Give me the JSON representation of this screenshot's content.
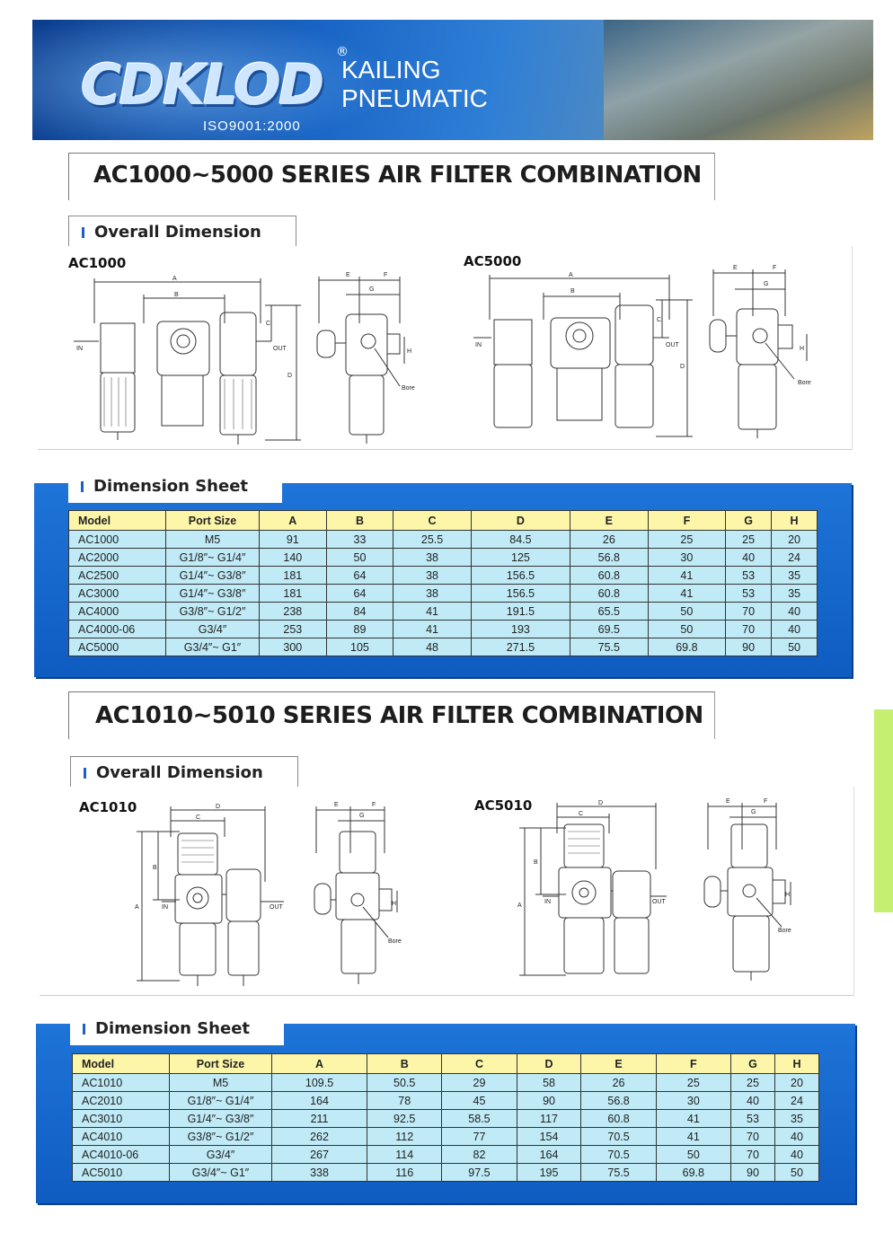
{
  "header": {
    "logo_text": "CDKLOD",
    "registered_mark": "®",
    "iso": "ISO9001:2000",
    "brand_line1": "KAILING",
    "brand_line2": "PNEUMATIC"
  },
  "section1": {
    "title": "AC1000~5000 SERIES AIR FILTER COMBINATION",
    "overall_tab": "Overall Dimension",
    "model_left": "AC1000",
    "model_right": "AC5000",
    "sheet_tab": "Dimension Sheet",
    "drawing_labels": {
      "a": "A",
      "b": "B",
      "c": "C",
      "d": "D",
      "e": "E",
      "f": "F",
      "g": "G",
      "h": "H",
      "in": "IN",
      "out": "OUT",
      "bore": "Bore"
    },
    "table": {
      "headers": [
        "Model",
        "Port Size",
        "A",
        "B",
        "C",
        "D",
        "E",
        "F",
        "G",
        "H"
      ],
      "rows": [
        [
          "AC1000",
          "M5",
          "91",
          "33",
          "25.5",
          "84.5",
          "26",
          "25",
          "25",
          "20"
        ],
        [
          "AC2000",
          "G1/8″~ G1/4″",
          "140",
          "50",
          "38",
          "125",
          "56.8",
          "30",
          "40",
          "24"
        ],
        [
          "AC2500",
          "G1/4″~ G3/8″",
          "181",
          "64",
          "38",
          "156.5",
          "60.8",
          "41",
          "53",
          "35"
        ],
        [
          "AC3000",
          "G1/4″~ G3/8″",
          "181",
          "64",
          "38",
          "156.5",
          "60.8",
          "41",
          "53",
          "35"
        ],
        [
          "AC4000",
          "G3/8″~ G1/2″",
          "238",
          "84",
          "41",
          "191.5",
          "65.5",
          "50",
          "70",
          "40"
        ],
        [
          "AC4000-06",
          "G3/4″",
          "253",
          "89",
          "41",
          "193",
          "69.5",
          "50",
          "70",
          "40"
        ],
        [
          "AC5000",
          "G3/4″~ G1″",
          "300",
          "105",
          "48",
          "271.5",
          "75.5",
          "69.8",
          "90",
          "50"
        ]
      ]
    }
  },
  "section2": {
    "title": "AC1010~5010 SERIES AIR FILTER COMBINATION",
    "overall_tab": "Overall Dimension",
    "model_left": "AC1010",
    "model_right": "AC5010",
    "sheet_tab": "Dimension Sheet",
    "table": {
      "headers": [
        "Model",
        "Port Size",
        "A",
        "B",
        "C",
        "D",
        "E",
        "F",
        "G",
        "H"
      ],
      "rows": [
        [
          "AC1010",
          "M5",
          "109.5",
          "50.5",
          "29",
          "58",
          "26",
          "25",
          "25",
          "20"
        ],
        [
          "AC2010",
          "G1/8″~ G1/4″",
          "164",
          "78",
          "45",
          "90",
          "56.8",
          "30",
          "40",
          "24"
        ],
        [
          "AC3010",
          "G1/4″~ G3/8″",
          "211",
          "92.5",
          "58.5",
          "117",
          "60.8",
          "41",
          "53",
          "35"
        ],
        [
          "AC4010",
          "G3/8″~ G1/2″",
          "262",
          "112",
          "77",
          "154",
          "70.5",
          "41",
          "70",
          "40"
        ],
        [
          "AC4010-06",
          "G3/4″",
          "267",
          "114",
          "82",
          "164",
          "70.5",
          "50",
          "70",
          "40"
        ],
        [
          "AC5010",
          "G3/4″~ G1″",
          "338",
          "116",
          "97.5",
          "195",
          "75.5",
          "69.8",
          "90",
          "50"
        ]
      ]
    }
  },
  "colors": {
    "panel_blue": "#1467cc",
    "header_cell": "#fdf6a8",
    "body_cell": "#bfeaf6",
    "side_tab": "#c4ef70"
  }
}
